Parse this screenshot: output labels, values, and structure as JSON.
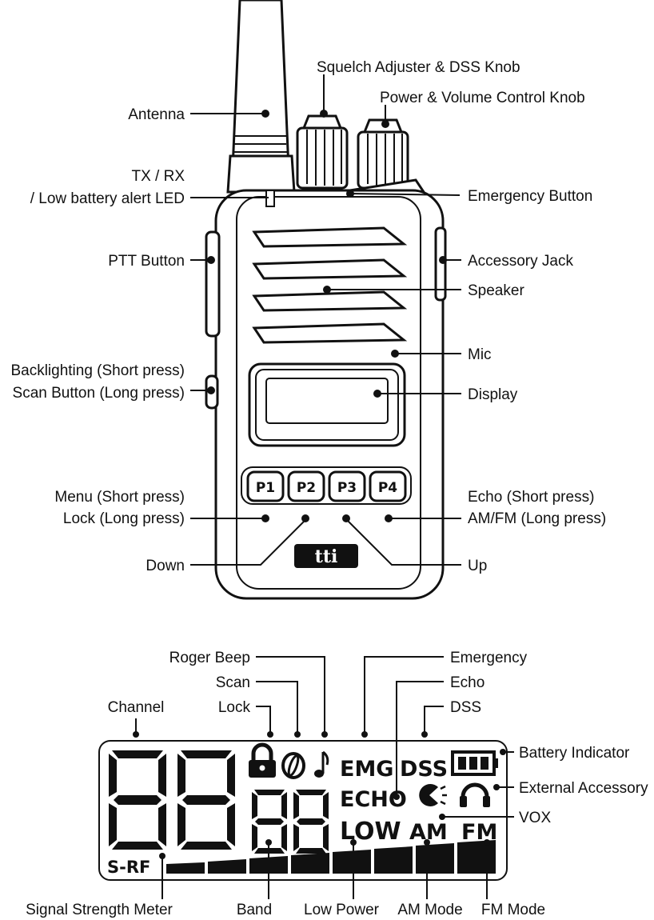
{
  "radio_labels": {
    "antenna": "Antenna",
    "squelch": "Squelch Adjuster & DSS Knob",
    "power_volume": "Power & Volume Control Knob",
    "tx_rx_line1": "TX / RX",
    "tx_rx_line2": "/ Low battery alert LED",
    "emergency_button": "Emergency Button",
    "ptt": "PTT Button",
    "accessory_jack": "Accessory Jack",
    "speaker": "Speaker",
    "mic": "Mic",
    "backlight_line1": "Backlighting (Short press)",
    "backlight_line2": "Scan Button (Long press)",
    "display": "Display",
    "menu_line1": "Menu (Short press)",
    "menu_line2": "Lock (Long press)",
    "echo_line1": "Echo (Short press)",
    "echo_line2": "AM/FM (Long press)",
    "down": "Down",
    "up": "Up"
  },
  "buttons": [
    "P1",
    "P2",
    "P3",
    "P4"
  ],
  "logo": "tti",
  "lcd_labels": {
    "roger_beep": "Roger Beep",
    "scan": "Scan",
    "lock": "Lock",
    "channel": "Channel",
    "emergency": "Emergency",
    "echo": "Echo",
    "dss": "DSS",
    "battery": "Battery Indicator",
    "external_accessory": "External Accessory",
    "vox": "VOX",
    "signal_strength": "Signal Strength Meter",
    "band": "Band",
    "low_power": "Low Power",
    "am_mode": "AM Mode",
    "fm_mode": "FM Mode"
  },
  "lcd_text": {
    "emg": "EMG",
    "dss": "DSS",
    "echo": "ECHO",
    "low": "LOW",
    "am": "AM",
    "fm": "FM",
    "srf": "S-RF"
  },
  "icons": [
    "antenna-icon",
    "lock-icon",
    "scan-icon",
    "music-note-icon",
    "battery-icon",
    "vox-icon",
    "headphones-icon"
  ]
}
